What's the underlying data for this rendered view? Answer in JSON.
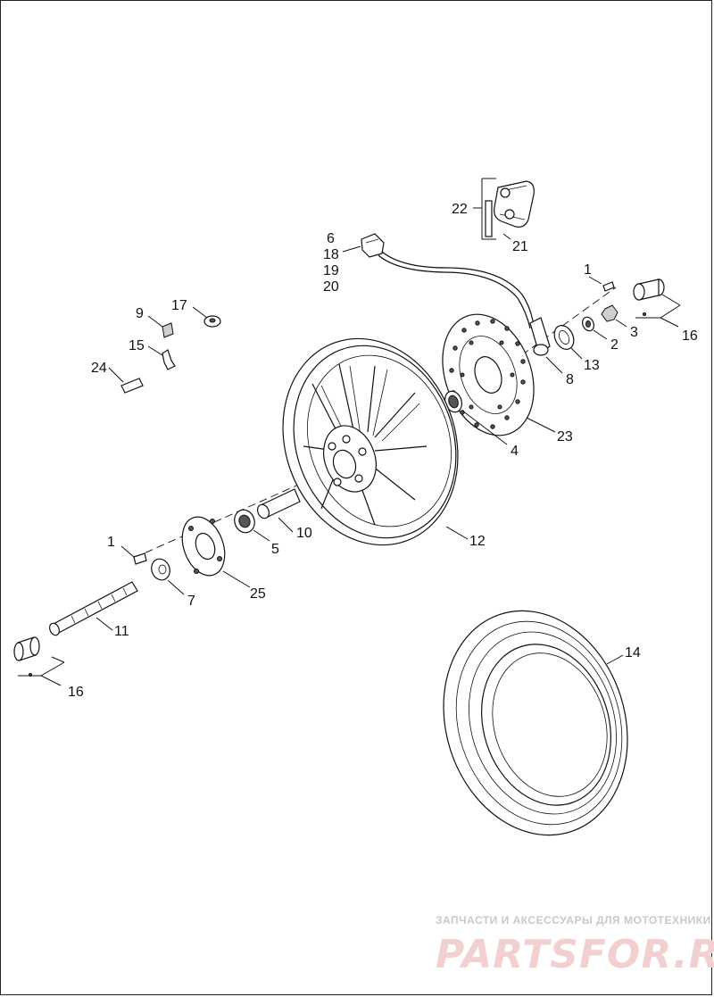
{
  "callouts": {
    "c1_top": "1",
    "c2": "2",
    "c3": "3",
    "c16_top": "16",
    "c13": "13",
    "c8": "8",
    "c23": "23",
    "c4": "4",
    "c22": "22",
    "c21": "21",
    "c6": "6",
    "c18": "18",
    "c19": "19",
    "c20": "20",
    "c9": "9",
    "c17": "17",
    "c15": "15",
    "c24": "24",
    "c12": "12",
    "c10": "10",
    "c5": "5",
    "c25": "25",
    "c1_bottom": "1",
    "c7": "7",
    "c11": "11",
    "c16_bottom": "16",
    "c14": "14"
  },
  "watermark": {
    "tagline": "ЗАПЧАСТИ И АКСЕССУАРЫ ДЛЯ МОТОТЕХНИКИ",
    "brand": "PARTSFOR.RU"
  }
}
